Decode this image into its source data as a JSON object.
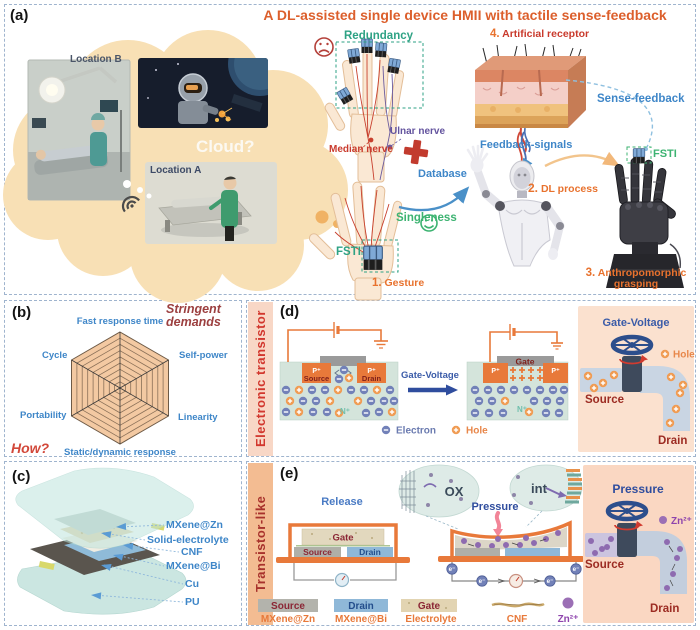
{
  "colors": {
    "title_orange": "#DC5F2C",
    "accent_blue": "#3E86C8",
    "accent_teal": "#2EA284",
    "accent_red": "#C93A2C",
    "accent_purple": "#63539E",
    "cloud_peach": "#F8E0B5",
    "device_orange": "#E8793A"
  },
  "a": {
    "label": "(a)",
    "title": "A DL-assisted single device HMII with tactile sense-feedback",
    "cloud_question": "Cloud?",
    "location_b": "Location B",
    "location_a": "Location A",
    "redundancy": "Redundancy",
    "ulnar_nerve": "Ulnar nerve",
    "median_nerve": "Median nerve",
    "database": "Database",
    "singleness": "Singleness",
    "fsti_left": "FSTI",
    "fsti_right": "FSTI",
    "step1_num": "1.",
    "step1": "Gesture",
    "step2_num": "2.",
    "step2": "DL process",
    "step3_num": "3.",
    "step3_line1": "Anthropomorphic",
    "step3_line2": "grasping",
    "step4_num": "4.",
    "step4": "Artificial receptor",
    "feedback_signals": "Feedback-signals",
    "sense_feedback": "Sense-feedback"
  },
  "b": {
    "label": "(b)",
    "stringent_line1": "Stringent",
    "stringent_line2": "demands",
    "how": "How?",
    "axes": {
      "top": "Fast response time",
      "upper_right": "Self-power",
      "lower_right": "Linearity",
      "bottom": "Static/dynamic response",
      "lower_left": "Portability",
      "upper_left": "Cycle"
    }
  },
  "c": {
    "label": "(c)",
    "layers": {
      "l1": "MXene@Zn",
      "l2": "Solid-electrolyte",
      "l3": "CNF",
      "l4": "MXene@Bi",
      "l5": "Cu",
      "l6": "PU"
    }
  },
  "d": {
    "label": "(d)",
    "strip": "Electronic transistor",
    "p_plus": "P⁺",
    "n_plus": "N⁺",
    "source": "Source",
    "drain": "Drain",
    "gate": "Gate",
    "gate_voltage": "Gate-Voltage",
    "electron": "Electron",
    "hole": "Hole",
    "valve": {
      "title": "Gate-Voltage",
      "hole": "Hole",
      "source": "Source",
      "drain": "Drain"
    }
  },
  "e": {
    "label": "(e)",
    "strip": "Transistor-like",
    "release": "Release",
    "pressure": "Pressure",
    "ox": "OX",
    "int": "int",
    "gate": "Gate",
    "source": "Source",
    "drain": "Drain",
    "electron_symbol": "e⁻",
    "legend": {
      "source": "Source",
      "source_material": "MXene@Zn",
      "drain": "Drain",
      "drain_material": "MXene@Bi",
      "gate": "Gate",
      "gate_material": "Electrolyte",
      "cnf": "CNF",
      "zn": "Zn²⁺"
    },
    "valve": {
      "title": "Pressure",
      "zn": "Zn²⁺",
      "source": "Source",
      "drain": "Drain"
    }
  },
  "chart_data": {
    "type": "radar",
    "categories": [
      "Fast response time",
      "Self-power",
      "Linearity",
      "Static/dynamic response",
      "Portability",
      "Cycle"
    ],
    "series": [],
    "rings": 9,
    "ylim": [
      0,
      9
    ],
    "legend_position": "none",
    "grid": true,
    "note": "Empty hexagonal radar grid (peach fill) showing six stringent demands; no data series plotted",
    "annotations": [
      "Stringent demands",
      "How?"
    ]
  }
}
